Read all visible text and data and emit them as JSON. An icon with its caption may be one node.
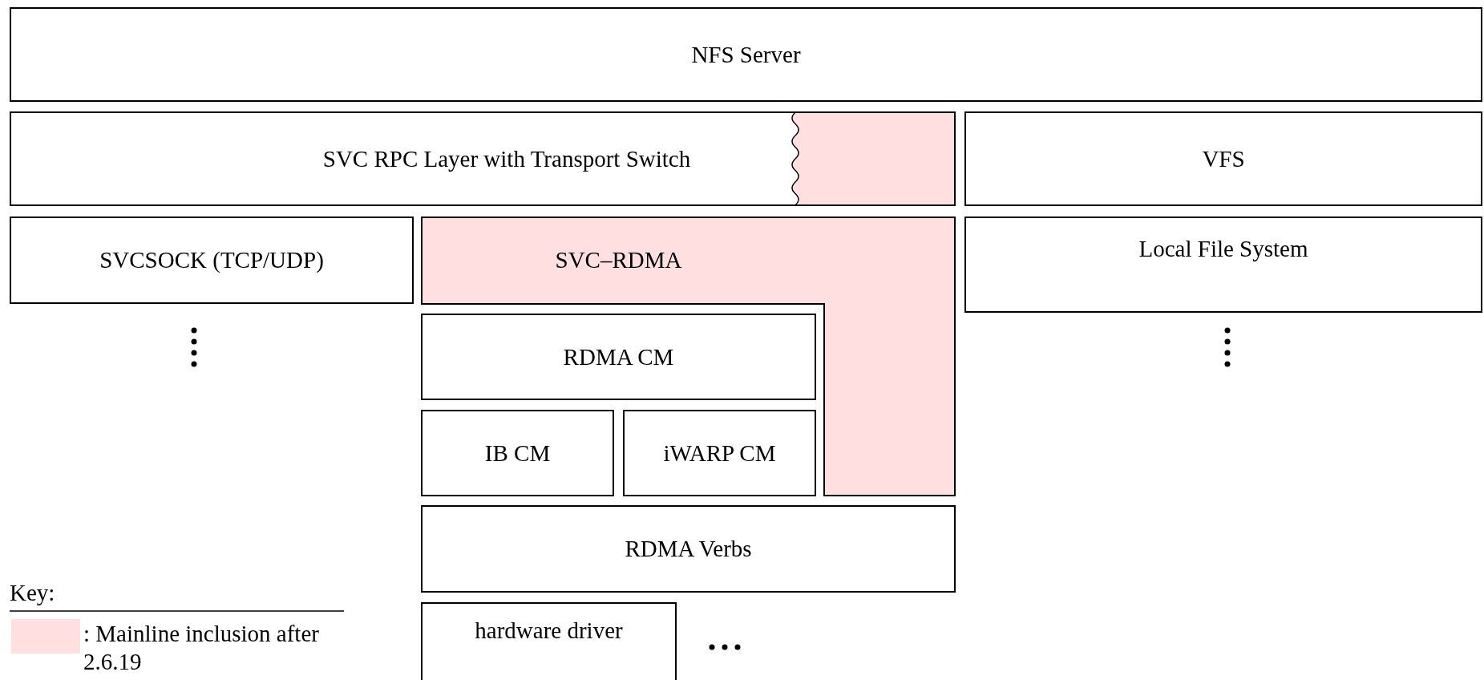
{
  "diagram": {
    "nodes": [
      {
        "text": [
          "NFS Server"
        ]
      },
      {
        "text": [
          "SVC RPC Layer with Transport Switch"
        ]
      },
      {
        "text": [
          "VFS"
        ]
      },
      {
        "text": [
          "SVCSOCK (TCP/UDP)"
        ]
      },
      {
        "text": [
          "SVC–RDMA"
        ]
      },
      {
        "text": [
          "Local File System"
        ]
      },
      {
        "text": [
          "RDMA CM"
        ]
      },
      {
        "text": [
          "IB CM"
        ]
      },
      {
        "text": [
          "iWARP CM"
        ]
      },
      {
        "text": [
          "RDMA Verbs"
        ]
      },
      {
        "text": [
          "hardware driver"
        ]
      }
    ],
    "labels": [
      "Key:"
    ],
    "legend": [
      {
        "text": ": Mainline inclusion after 2.6.19",
        "color": "#ffdfe0"
      }
    ]
  }
}
